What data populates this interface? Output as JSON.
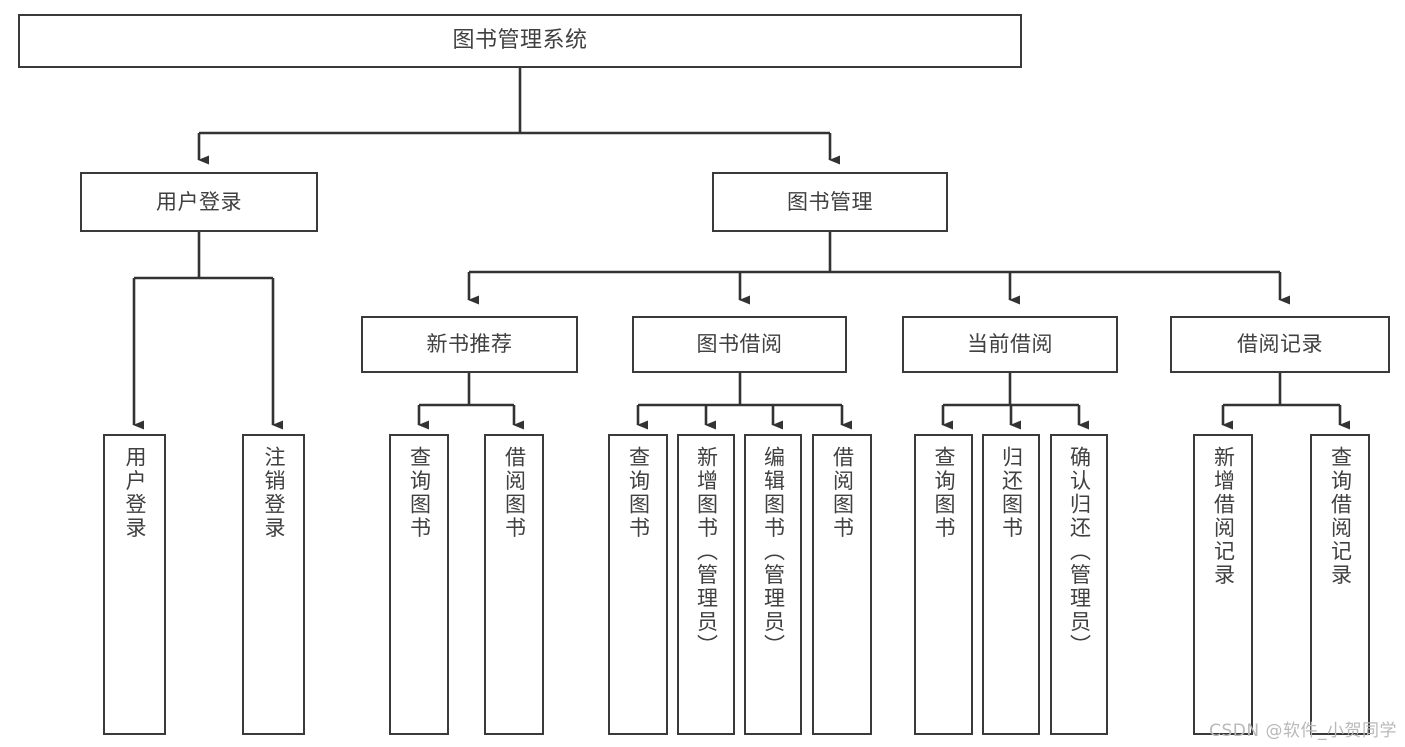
{
  "diagram": {
    "title": "图书管理系统",
    "type": "tree",
    "watermark": "CSDN @软件_小贺同学",
    "colors": {
      "node_border": "#3a3a3a",
      "node_fill": "#ffffff",
      "text": "#404040",
      "edge": "#333333",
      "background": "#ffffff",
      "watermark": "#b9b9b9"
    },
    "root": {
      "id": "root",
      "label": "图书管理系统",
      "orientation": "horizontal"
    },
    "level1": [
      {
        "id": "user-login",
        "label": "用户登录",
        "orientation": "horizontal"
      },
      {
        "id": "book-manage",
        "label": "图书管理",
        "orientation": "horizontal"
      }
    ],
    "level2": [
      {
        "id": "new-book-recommend",
        "label": "新书推荐",
        "parent": "book-manage",
        "orientation": "horizontal"
      },
      {
        "id": "book-borrow",
        "label": "图书借阅",
        "parent": "book-manage",
        "orientation": "horizontal"
      },
      {
        "id": "current-borrow",
        "label": "当前借阅",
        "parent": "book-manage",
        "orientation": "horizontal"
      },
      {
        "id": "borrow-record",
        "label": "借阅记录",
        "parent": "book-manage",
        "orientation": "horizontal"
      }
    ],
    "leaves": [
      {
        "id": "leaf-user-login",
        "label": "用户登录",
        "parent": "user-login",
        "orientation": "vertical"
      },
      {
        "id": "leaf-user-logout",
        "label": "注销登录",
        "parent": "user-login",
        "orientation": "vertical"
      },
      {
        "id": "leaf-rec-query-book",
        "label": "查询图书",
        "parent": "new-book-recommend",
        "orientation": "vertical"
      },
      {
        "id": "leaf-rec-borrow-book",
        "label": "借阅图书",
        "parent": "new-book-recommend",
        "orientation": "vertical"
      },
      {
        "id": "leaf-borrow-query-book",
        "label": "查询图书",
        "parent": "book-borrow",
        "orientation": "vertical"
      },
      {
        "id": "leaf-borrow-add-book",
        "label": "新增图书（管理员）",
        "parent": "book-borrow",
        "orientation": "vertical"
      },
      {
        "id": "leaf-borrow-edit-book",
        "label": "编辑图书（管理员）",
        "parent": "book-borrow",
        "orientation": "vertical"
      },
      {
        "id": "leaf-borrow-borrow-book",
        "label": "借阅图书",
        "parent": "book-borrow",
        "orientation": "vertical"
      },
      {
        "id": "leaf-current-query-book",
        "label": "查询图书",
        "parent": "current-borrow",
        "orientation": "vertical"
      },
      {
        "id": "leaf-current-return-book",
        "label": "归还图书",
        "parent": "current-borrow",
        "orientation": "vertical"
      },
      {
        "id": "leaf-current-confirm-return",
        "label": "确认归还（管理员）",
        "parent": "current-borrow",
        "orientation": "vertical"
      },
      {
        "id": "leaf-record-add",
        "label": "新增借阅记录",
        "parent": "borrow-record",
        "orientation": "vertical"
      },
      {
        "id": "leaf-record-query",
        "label": "查询借阅记录",
        "parent": "borrow-record",
        "orientation": "vertical"
      }
    ]
  }
}
